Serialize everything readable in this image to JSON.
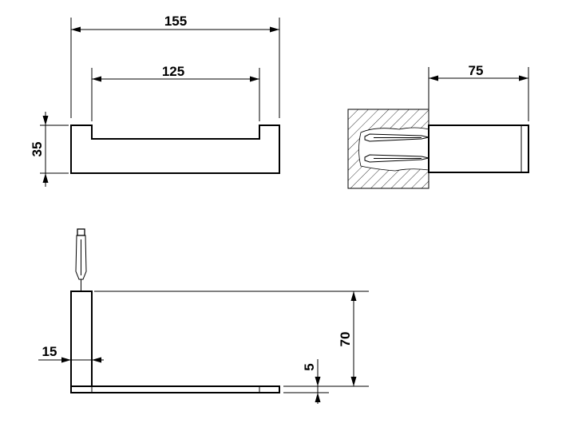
{
  "drawing": {
    "front_view": {
      "overall_width": "155",
      "inner_width": "125",
      "height": "35"
    },
    "side_view": {
      "projection_depth": "75"
    },
    "top_view": {
      "height": "70",
      "thickness": "15",
      "plate_thickness": "5"
    }
  }
}
